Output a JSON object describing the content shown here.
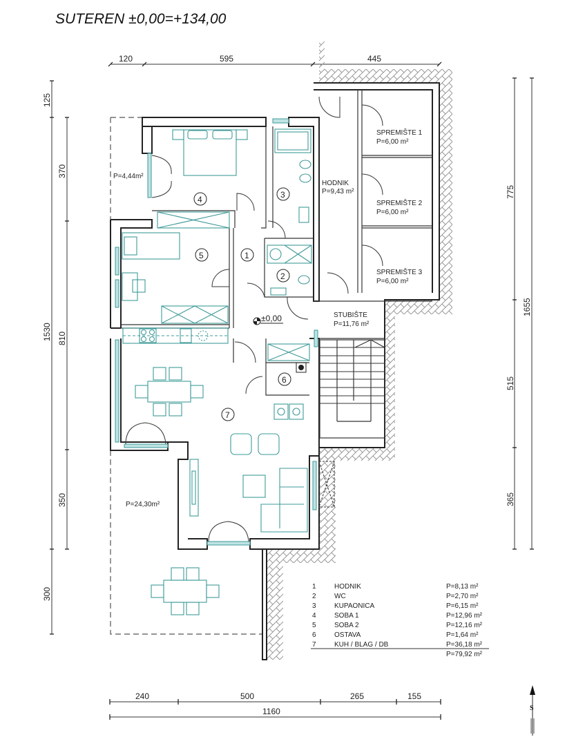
{
  "title": "SUTEREN  ±0,00=+134,00",
  "dimensions": {
    "top": [
      "120",
      "595",
      "445"
    ],
    "left_outer": [
      "125",
      "1530",
      "300"
    ],
    "left_inner": [
      "370",
      "810",
      "350"
    ],
    "right_inner": [
      "775",
      "515",
      "365"
    ],
    "right_outer": [
      "1655"
    ],
    "bottom": [
      "240",
      "500",
      "265",
      "155"
    ],
    "bottom_total": "1160"
  },
  "rooms": {
    "hodnik_storage": {
      "name": "HODNIK",
      "area": "P=9,43 m²"
    },
    "spremiste1": {
      "name": "SPREMIŠTE 1",
      "area": "P=6,00 m²"
    },
    "spremiste2": {
      "name": "SPREMIŠTE 2",
      "area": "P=6,00 m²"
    },
    "spremiste3": {
      "name": "SPREMIŠTE 3",
      "area": "P=6,00 m²"
    },
    "stubiste": {
      "name": "STUBIŠTE",
      "area": "P=11,76 m²"
    },
    "balcony_top": {
      "area": "P=4,44m²"
    },
    "terrace": {
      "area": "P=24,30m²"
    },
    "level_mark": "±0,00"
  },
  "room_numbers": [
    "1",
    "2",
    "3",
    "4",
    "5",
    "6",
    "7"
  ],
  "legend": {
    "rows": [
      {
        "no": "1",
        "name": "HODNIK",
        "area": "P=8,13 m²"
      },
      {
        "no": "2",
        "name": "WC",
        "area": "P=2,70 m²"
      },
      {
        "no": "3",
        "name": "KUPAONICA",
        "area": "P=6,15 m²"
      },
      {
        "no": "4",
        "name": "SOBA 1",
        "area": "P=12,96 m²"
      },
      {
        "no": "5",
        "name": "SOBA 2",
        "area": "P=12,16 m²"
      },
      {
        "no": "6",
        "name": "OSTAVA",
        "area": "P=1,64 m²"
      },
      {
        "no": "7",
        "name": "KUH / BLAG / DB",
        "area": "P=36,18 m²"
      }
    ],
    "total": "P=79,92 m²"
  },
  "north": {
    "label": "S"
  },
  "colors": {
    "wall": "#222222",
    "furniture": "#3e9a98",
    "glass": "#bfe3e3",
    "hatch": "#9a9a9a"
  }
}
